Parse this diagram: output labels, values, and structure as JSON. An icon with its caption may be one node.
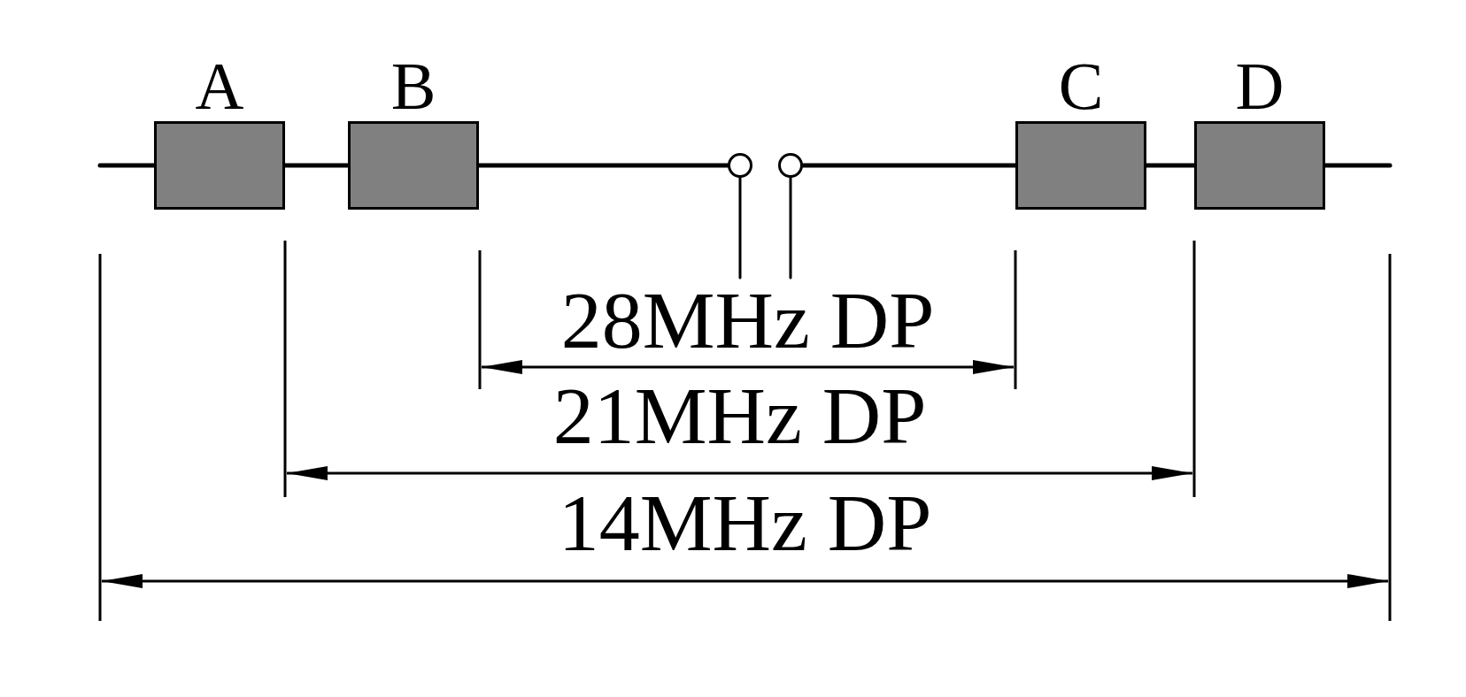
{
  "diagram": {
    "nodes": [
      {
        "text": [
          "A"
        ]
      },
      {
        "text": [
          "B"
        ]
      },
      {
        "text": [
          "C"
        ]
      },
      {
        "text": [
          "D"
        ]
      },
      {
        "text": [],
        "shape": "circle"
      },
      {
        "text": [],
        "shape": "circle"
      }
    ],
    "edges": [
      {
        "from": null,
        "to": 0,
        "arrow": "none"
      },
      {
        "from": 0,
        "to": 1,
        "arrow": "none"
      },
      {
        "from": 1,
        "to": 4,
        "arrow": "none"
      },
      {
        "from": 5,
        "to": 2,
        "arrow": "none"
      },
      {
        "from": 2,
        "to": 3,
        "arrow": "none"
      },
      {
        "from": 3,
        "to": null,
        "arrow": "none"
      },
      {
        "from": 4,
        "to": null,
        "arrow": "none"
      },
      {
        "from": 5,
        "to": null,
        "arrow": "none"
      }
    ],
    "labels": [
      "28MHz DP",
      "21MHz DP",
      "14MHz DP"
    ]
  }
}
